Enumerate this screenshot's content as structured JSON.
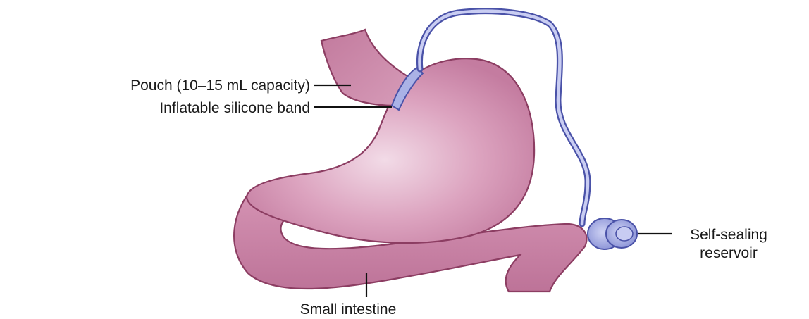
{
  "labels": {
    "pouch": "Pouch (10–15 mL capacity)",
    "band": "Inflatable silicone band",
    "reservoir_line1": "Self-sealing",
    "reservoir_line2": "reservoir",
    "intestine": "Small intestine"
  },
  "colors": {
    "tissue_light": "#efd6e3",
    "tissue_mid": "#d291b0",
    "tissue_dark": "#b96b91",
    "tissue_outline": "#8c3d62",
    "device_fill": "#a9b0e4",
    "device_outline": "#4a52a8",
    "text": "#1a1a1a"
  }
}
